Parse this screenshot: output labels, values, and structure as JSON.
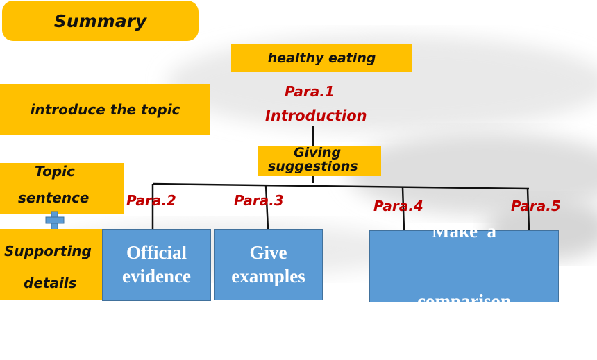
{
  "summary": {
    "label": "Summary"
  },
  "topic_box": {
    "label": "healthy eating"
  },
  "para1": {
    "num": "Para.1",
    "name": "Introduction"
  },
  "left": {
    "introduce": "introduce the topic",
    "topic_sentence_1": "Topic",
    "topic_sentence_2": "sentence",
    "supporting_1": "Supporting",
    "supporting_2": "details"
  },
  "suggestions_box": {
    "line1": "Giving",
    "line2": "suggestions"
  },
  "paras": [
    "Para.2",
    "Para.3",
    "Para.4",
    "Para.5"
  ],
  "boxes": [
    {
      "line1": "Official",
      "line2": "evidence"
    },
    {
      "line1": "Give",
      "line2": "examples"
    },
    {
      "line1": "Make  a",
      "line2": "comparison"
    }
  ],
  "colors": {
    "accent": "#FFC000",
    "box_blue": "#5B9BD5",
    "para_red": "#C00000"
  }
}
